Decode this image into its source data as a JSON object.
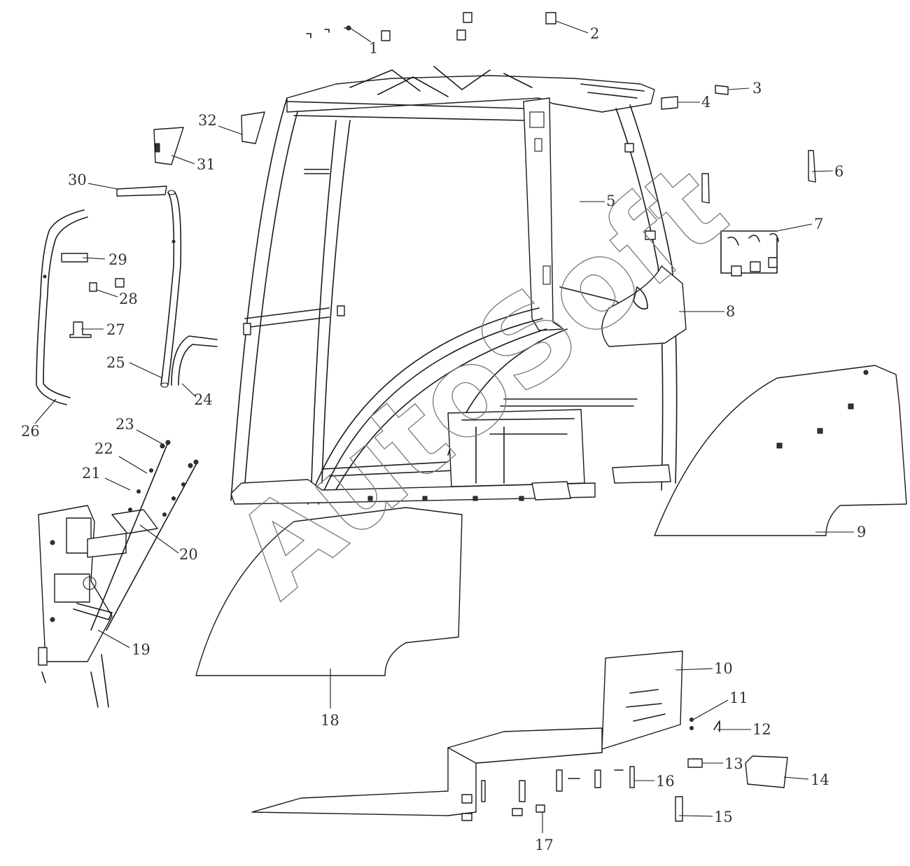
{
  "watermark": "AutoSoft",
  "callouts": [
    {
      "n": "1"
    },
    {
      "n": "2"
    },
    {
      "n": "3"
    },
    {
      "n": "4"
    },
    {
      "n": "5"
    },
    {
      "n": "6"
    },
    {
      "n": "7"
    },
    {
      "n": "8"
    },
    {
      "n": "9"
    },
    {
      "n": "10"
    },
    {
      "n": "11"
    },
    {
      "n": "12"
    },
    {
      "n": "13"
    },
    {
      "n": "14"
    },
    {
      "n": "15"
    },
    {
      "n": "16"
    },
    {
      "n": "17"
    },
    {
      "n": "18"
    },
    {
      "n": "19"
    },
    {
      "n": "20"
    },
    {
      "n": "21"
    },
    {
      "n": "22"
    },
    {
      "n": "23"
    },
    {
      "n": "24"
    },
    {
      "n": "25"
    },
    {
      "n": "26"
    },
    {
      "n": "27"
    },
    {
      "n": "28"
    },
    {
      "n": "29"
    },
    {
      "n": "30"
    },
    {
      "n": "31"
    },
    {
      "n": "32"
    }
  ]
}
